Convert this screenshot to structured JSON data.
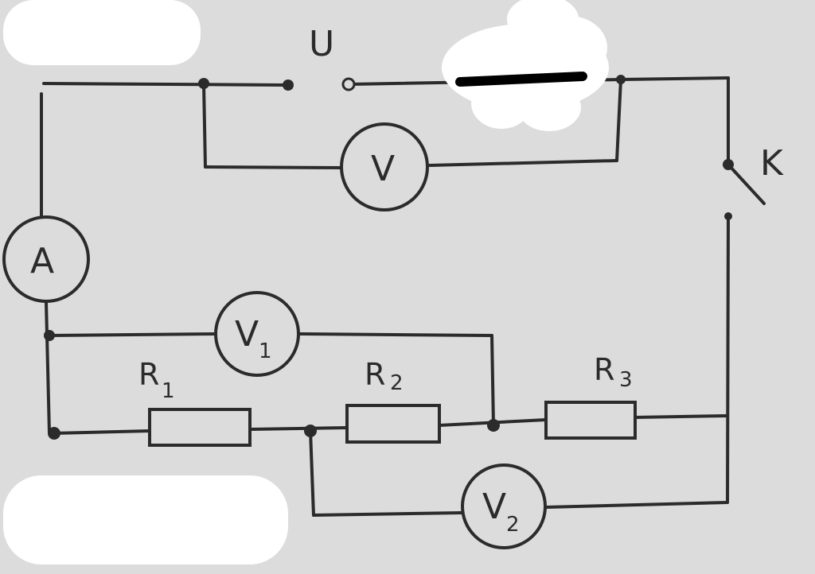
{
  "diagram": {
    "source_label": "U",
    "switch_label": "K",
    "ammeter_label": "A",
    "voltmeter_main_label": "V",
    "voltmeter_1": {
      "symbol": "V",
      "subscript": "1"
    },
    "voltmeter_2": {
      "symbol": "V",
      "subscript": "2"
    },
    "resistor_1": {
      "symbol": "R",
      "subscript": "1"
    },
    "resistor_2": {
      "symbol": "R",
      "subscript": "2"
    },
    "resistor_3": {
      "symbol": "R",
      "subscript": "3"
    },
    "colors": {
      "paper": "#dcdcdc",
      "ink": "#2b2b2b",
      "redaction": "#ffffff"
    }
  }
}
